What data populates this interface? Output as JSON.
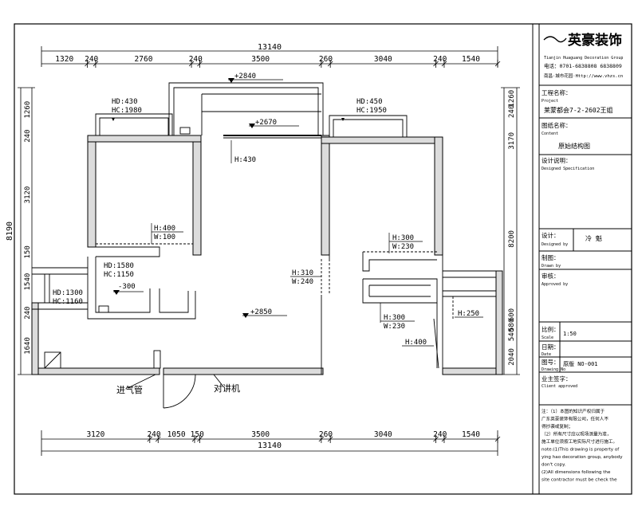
{
  "dimensions": {
    "top_total": "13140",
    "top_segments": [
      "1320",
      "240",
      "2760",
      "240",
      "3500",
      "260",
      "3040",
      "240",
      "1540"
    ],
    "bottom_total": "13140",
    "bottom_segments": [
      "3120",
      "240",
      "1050",
      "150",
      "3500",
      "260",
      "3040",
      "240",
      "1540"
    ],
    "left_total": "8190",
    "left_segments": [
      "1260",
      "240",
      "3120",
      "150",
      "1540",
      "240",
      "1640"
    ],
    "right_segments": [
      "1260",
      "240",
      "3170",
      "8200",
      "600",
      "580",
      "540",
      "2040"
    ]
  },
  "plan_labels": {
    "level_2840": "+2840",
    "level_2670": "+2670",
    "level_2850": "+2850",
    "level_minus300": "-300",
    "win_left_hd": "HD:430",
    "win_left_hc": "HC:1980",
    "win_right_hd": "HD:450",
    "win_right_hc": "HC:1950",
    "beam_430": "H:430",
    "beam_400_h": "H:400",
    "beam_400_w": "W:100",
    "door_hd1580": "HD:1580",
    "door_hc1150": "HC:1150",
    "door_hd1300": "HD:1300",
    "door_hc1160": "HC:1160",
    "beam_310_h": "H:310",
    "beam_310_w": "W:240",
    "beam_300a_h": "H:300",
    "beam_300a_w": "W:230",
    "beam_300b_h": "H:300",
    "beam_300b_w": "W:230",
    "beam_250": "H:250",
    "beam_400b": "H:400",
    "inlet_pipe": "进气管",
    "intercom": "对讲机"
  },
  "title_block": {
    "logo_text": "英豪装饰",
    "company_lines": [
      "Tianjin Huaguang Decoration Group",
      "电话：0701-6838808  6838809",
      "南昌·城市花园·Http://www.vhzs.cn"
    ],
    "project_label": "工程名称：",
    "project_label_en": "Project",
    "project_value": "莱蒙都会7-2-2602王姐",
    "drawing_name_label": "图纸名称：",
    "drawing_name_label_en": "Content",
    "drawing_name_value": "原始结构图",
    "design_label": "设计说明：",
    "design_label_en": "Designed Specification",
    "designer_label": "设计：",
    "designer_label_en": "Designed by",
    "designer_value": "冷 魁",
    "drawer_label": "制图：",
    "drawer_label_en": "Drawn by",
    "review_label": "审核：",
    "review_label_en": "Approved by",
    "scale_label": "比例：",
    "scale_label_en": "Scale",
    "scale_value": "1:50",
    "date_label": "日期：",
    "date_label_en": "Date",
    "drawing_no_label": "图号：",
    "drawing_no_label_en": "Drawing No",
    "drawing_no_value": "原版 NO-001",
    "client_label": "业主签字：",
    "client_label_en": "Client approved",
    "notes": [
      "注：（1）本图的知识产权归属于",
      "广东英豪装饰有限公司，任何人不",
      "得抄袭或复制；",
      "（2）所有尺寸应以现场测量为准，",
      "施工单位须按工地实际尺寸进行施工。",
      "note:(1)This drawing is property of",
      "ying hao decoration group, anybody",
      "don't copy.",
      "(2)All dimensions following the",
      "site contractor must be check the"
    ]
  }
}
